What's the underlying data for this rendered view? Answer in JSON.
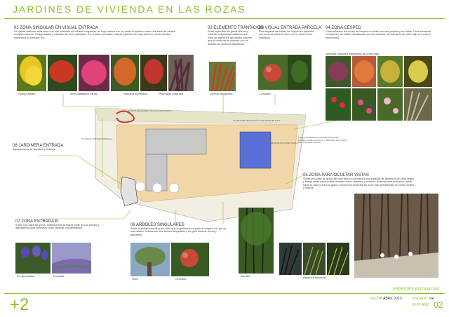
{
  "header": {
    "title": "JARDINES DE VIVIENDA EN LAS  ROZAS"
  },
  "sections": {
    "s01": {
      "heading": "01  ZONA SINGULAR EN VISUAL ENTRADA",
      "text": "Se quiere destacar esta zona con una conexión de árboles singulares de hoja caduca con un otoño dramático sobre una base de cantos rodados blancos. Ginkgo biloba y variedad de acer palmatum. En el plano arbustivo colocar especies de hoja perenne como nandina domestica, phormium, etc.",
      "captions": [
        "Ginkgo biloba",
        "Acer palmatum varios",
        "Nandina domestica",
        "Phormium purpurea"
      ]
    },
    "s02": {
      "heading": "02  ELEMENTO TRANSICIÓN",
      "text": "Entre superficie de grava blanca y zona de césped intercalamos una zona de transición del mismo soporte que el borde de la vivienda con un arbolito de inviernos llamativos",
      "captions": [
        "Cornus sanguinea"
      ]
    },
    "s03": {
      "heading": "03  VISUAL ENTRADA PARCELA",
      "text": "Para separar las zonas de césped se intercala una zona de parterre duro con un árbol frutal simbólico.",
      "captions": [
        "Granado"
      ]
    },
    "s04": {
      "heading": "04  ZONA CÉSPED",
      "text": "Concentramos las zonas de césped en límite con otra parcela y en vistas. Para enmarcar el césped y las vistas rematamos con una sucesión de arbustos de porte bajo con color y movimiento.",
      "subcaption": "variedad especies arbustivas de porte bajo"
    },
    "s05": {
      "heading": "05  ZONA PARA OCULTAR VISTAS",
      "text": "Sobre una base de grava de color blanco colocamos una pantalla de bambúes de caña negra y follaje verde para ocultar visuales como carretera y vecinos. Además para enmarcar vistas hacia la casa y entre la grava, colocamos especies de porte bajo (herbáceas) en tonos verdes y negros.",
      "captions": [
        "bambú",
        "especies rastreras"
      ]
    },
    "s06": {
      "heading": "06  ARBOLES SINGULARES",
      "text": "Sobre la plataforma de suelo duro que le ganamos en parte al césped sur, por su mal estado, colocamos tres árboles singulares y de gran belleza, olivos y granados.",
      "captions": [
        "Olivo",
        "Granado"
      ]
    },
    "s07": {
      "heading": "07  ZONA ENTRADA B",
      "text": "Sobre una base de grava, mantenemos la mayor parte de los árboles y agregamos base arbustiva como lavanda, iris germánica",
      "captions": [
        "Iris germanica",
        "Lavanda"
      ]
    },
    "s08": {
      "heading": "08  JARDINERA ENTRADA",
      "text": "Agrupaciones de Nandina y Cotinus"
    }
  },
  "plan_labels": {
    "top_strip": "04 ZONA DE CÉSPED. OCULTA LAS VISTAS",
    "transition": "02 ZONA DE TRANSICIÓN CON GRAVA BLANCA",
    "pool_label": "05 ZONA OCULTAR VISTAS",
    "right_note": "VISUAL ENMARCADA ENTRE MASAS DE BAMBÚ, PLANTAS ALTAS Y ÁRBOLES DE PORTE BAJO (FILTRO VISUAL)",
    "left_note": "01 VISUAL ENTRADA PARCELA"
  },
  "footer": {
    "project_no": "+2",
    "sheet_title": "ESPECIES BOTANICAS",
    "date_label": "FECHA",
    "date_value": "ABRIL 2013",
    "scale_label": "ESCALA",
    "scale_value": "s/e",
    "plan_label": "Nº PLANO",
    "plan_value": "02"
  },
  "colors": {
    "accent": "#8cbf26",
    "pool": "#5b6fd9",
    "house": "#c8c8c8"
  }
}
